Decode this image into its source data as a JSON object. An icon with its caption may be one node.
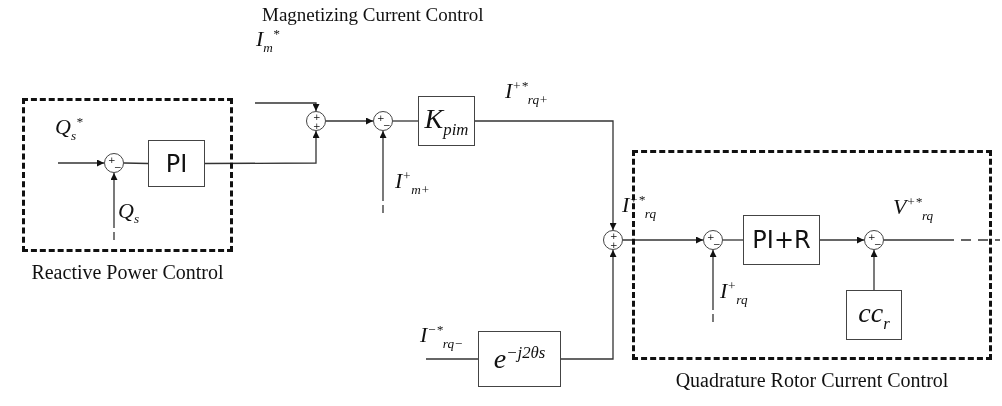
{
  "diagram": {
    "title": "Magnetizing Current Control",
    "nodes": [
      {
        "text": [
          "Reactive Power Control"
        ]
      },
      {
        "text": [
          "+",
          "−"
        ],
        "in": 0
      },
      {
        "text": [
          "PI"
        ],
        "in": 0
      },
      {
        "text": [
          "+",
          "+"
        ]
      },
      {
        "text": [
          "+",
          "−"
        ]
      },
      {
        "text": [
          "K$_{pim}$"
        ]
      },
      {
        "text": [
          "+",
          "+"
        ]
      },
      {
        "text": [
          "Quadrature Rotor Current Control"
        ]
      },
      {
        "text": [
          "+",
          "−"
        ],
        "in": 7
      },
      {
        "text": [
          "PI+R"
        ],
        "in": 7
      },
      {
        "text": [
          "+",
          "−"
        ],
        "in": 7
      },
      {
        "text": [
          "cc$_{r}$"
        ],
        "in": 7
      },
      {
        "text": [
          "e$^{−j2θs}$"
        ]
      },
      {
        "text": [
          "I$^{−*}$$_{rq−}$"
        ]
      }
    ],
    "edges": [
      {
        "from": null,
        "to": 1,
        "arrow": "to"
      },
      {
        "from": null,
        "to": 1,
        "arrow": "to",
        "style": "dashed"
      },
      {
        "from": 1,
        "to": 2,
        "arrow": "none"
      },
      {
        "from": 2,
        "to": 3,
        "arrow": "to"
      },
      {
        "from": null,
        "to": 3,
        "arrow": "to"
      },
      {
        "from": 3,
        "to": 4,
        "arrow": "to"
      },
      {
        "from": null,
        "to": 4,
        "arrow": "to",
        "style": "dashed"
      },
      {
        "from": 4,
        "to": 5,
        "arrow": "none"
      },
      {
        "from": 5,
        "to": 6,
        "arrow": "to"
      },
      {
        "from": 13,
        "to": 12,
        "arrow": "none"
      },
      {
        "from": 12,
        "to": 6,
        "arrow": "to"
      },
      {
        "from": 6,
        "to": 8,
        "arrow": "to"
      },
      {
        "from": null,
        "to": 8,
        "arrow": "to",
        "style": "dashed"
      },
      {
        "from": 8,
        "to": 9,
        "arrow": "none"
      },
      {
        "from": 9,
        "to": 10,
        "arrow": "to"
      },
      {
        "from": 11,
        "to": 10,
        "arrow": "to"
      },
      {
        "from": 10,
        "to": null,
        "arrow": "none",
        "style": "dashed"
      }
    ],
    "labels": [
      "I$_{m}$$^{*}$",
      "I$^{+*}$$_{rq+}$",
      "Q$_{s}$$^{*}$",
      "I$^{+*}$$_{rq}$",
      "V$^{+*}$$_{rq}$",
      "I$^{+}$$_{m+}$",
      "Q$_{s}$",
      "I$^{+}$$_{rq}$"
    ]
  }
}
